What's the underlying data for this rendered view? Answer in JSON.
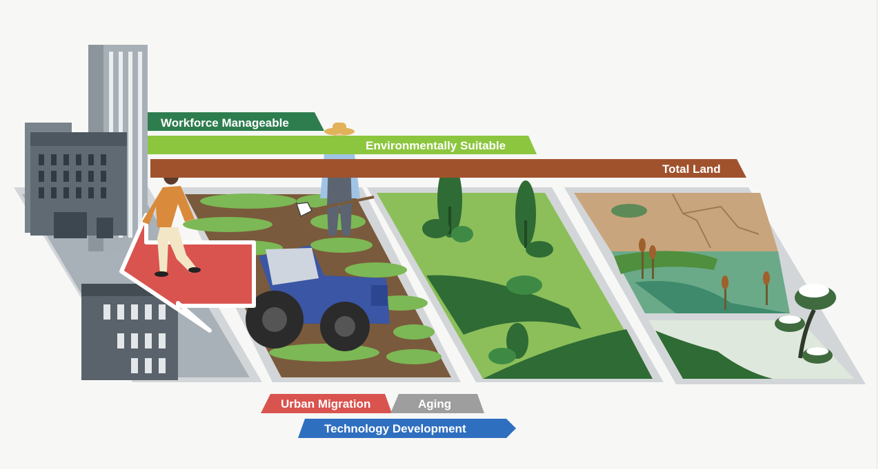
{
  "labels": {
    "workforce": "Workforce Manageable",
    "environment": "Environmentally Suitable",
    "total": "Total Land",
    "urban": "Urban Migration",
    "aging": "Aging",
    "technology": "Technology Development"
  },
  "colors": {
    "workforce": "#2e7d4f",
    "environment": "#8cc63e",
    "total": "#a0522d",
    "urban": "#d9534f",
    "aging": "#9e9e9e",
    "technology": "#2f6fc0",
    "arrow": "#d9534f"
  }
}
